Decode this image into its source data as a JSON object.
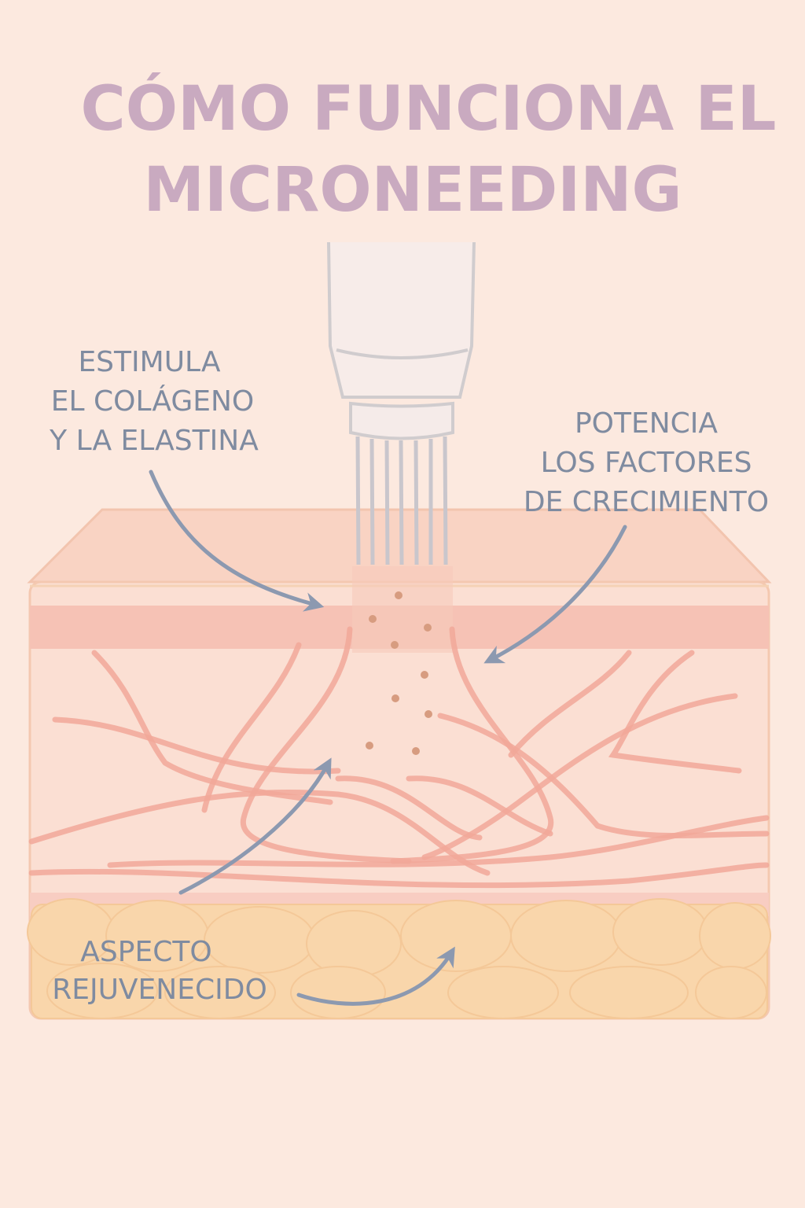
{
  "title": {
    "line1": "CÓMO FUNCIONA EL",
    "line2": "MICRONEEDING"
  },
  "labels": {
    "collagen": [
      "ESTIMULA",
      "EL COLÁGENO",
      "Y LA ELASTINA"
    ],
    "growth": [
      "POTENCIA",
      "LOS FACTORES",
      "DE CRECIMIENTO"
    ],
    "rejuvenated": [
      "ASPECTO",
      "REJUVENECIDO"
    ]
  },
  "colors": {
    "background": "#fce9df",
    "title": "#c9aac0",
    "label": "#7f8ba0",
    "arrow": "#8c99b0",
    "fiber": "#f1a899",
    "fat": "#f9d7ad"
  }
}
